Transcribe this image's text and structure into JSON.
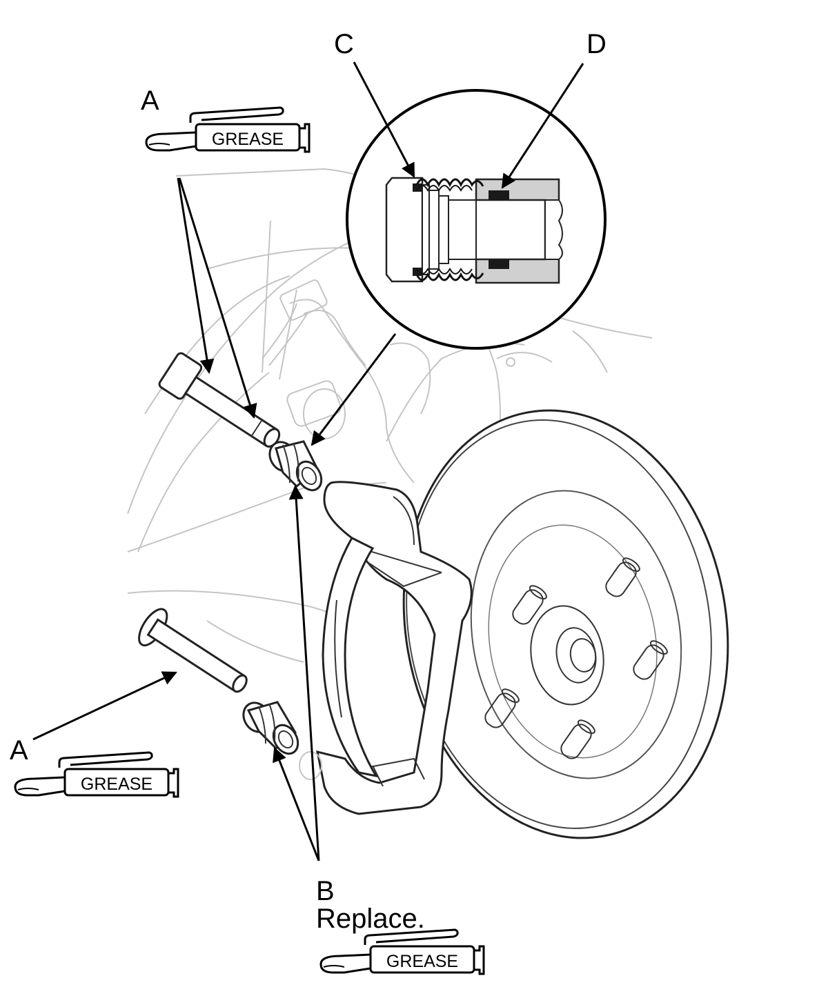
{
  "labels": {
    "a_top": "A",
    "a_bottom": "A",
    "b": "B",
    "b_note": "Replace.",
    "c": "C",
    "d": "D"
  },
  "grease_icons": [
    {
      "text": "GREASE"
    },
    {
      "text": "GREASE"
    },
    {
      "text": "GREASE"
    }
  ],
  "colors": {
    "line": "#000000",
    "background_detail": "#c4c4c4",
    "cutaway_fill": "#d0d0d0",
    "seal_fill": "#1a1a1a"
  }
}
